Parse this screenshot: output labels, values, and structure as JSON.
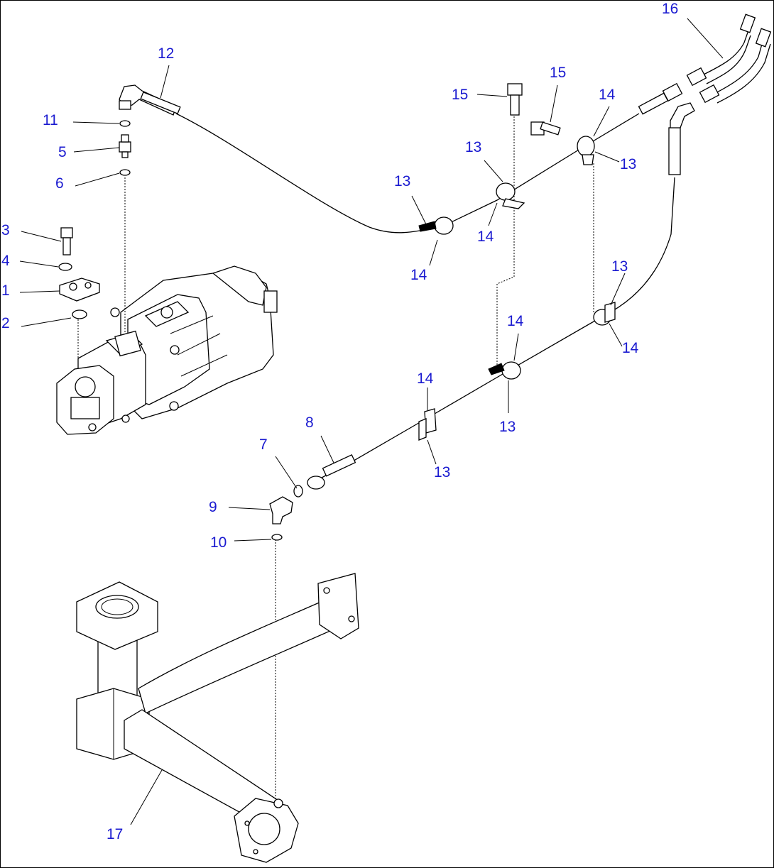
{
  "diagram": {
    "callouts": [
      {
        "id": "c1",
        "text": "1"
      },
      {
        "id": "c2",
        "text": "2"
      },
      {
        "id": "c3",
        "text": "3"
      },
      {
        "id": "c4",
        "text": "4"
      },
      {
        "id": "c5",
        "text": "5"
      },
      {
        "id": "c6",
        "text": "6"
      },
      {
        "id": "c7",
        "text": "7"
      },
      {
        "id": "c8",
        "text": "8"
      },
      {
        "id": "c9",
        "text": "9"
      },
      {
        "id": "c10",
        "text": "10"
      },
      {
        "id": "c11",
        "text": "11"
      },
      {
        "id": "c12",
        "text": "12"
      },
      {
        "id": "c13a",
        "text": "13"
      },
      {
        "id": "c13b",
        "text": "13"
      },
      {
        "id": "c13c",
        "text": "13"
      },
      {
        "id": "c13d",
        "text": "13"
      },
      {
        "id": "c13e",
        "text": "13"
      },
      {
        "id": "c13f",
        "text": "13"
      },
      {
        "id": "c14a",
        "text": "14"
      },
      {
        "id": "c14b",
        "text": "14"
      },
      {
        "id": "c14c",
        "text": "14"
      },
      {
        "id": "c14d",
        "text": "14"
      },
      {
        "id": "c14e",
        "text": "14"
      },
      {
        "id": "c14f",
        "text": "14"
      },
      {
        "id": "c15a",
        "text": "15"
      },
      {
        "id": "c15b",
        "text": "15"
      },
      {
        "id": "c16",
        "text": "16"
      },
      {
        "id": "c17",
        "text": "17"
      }
    ],
    "callout_color": "#1a1ad0",
    "line_color": "#000000"
  }
}
